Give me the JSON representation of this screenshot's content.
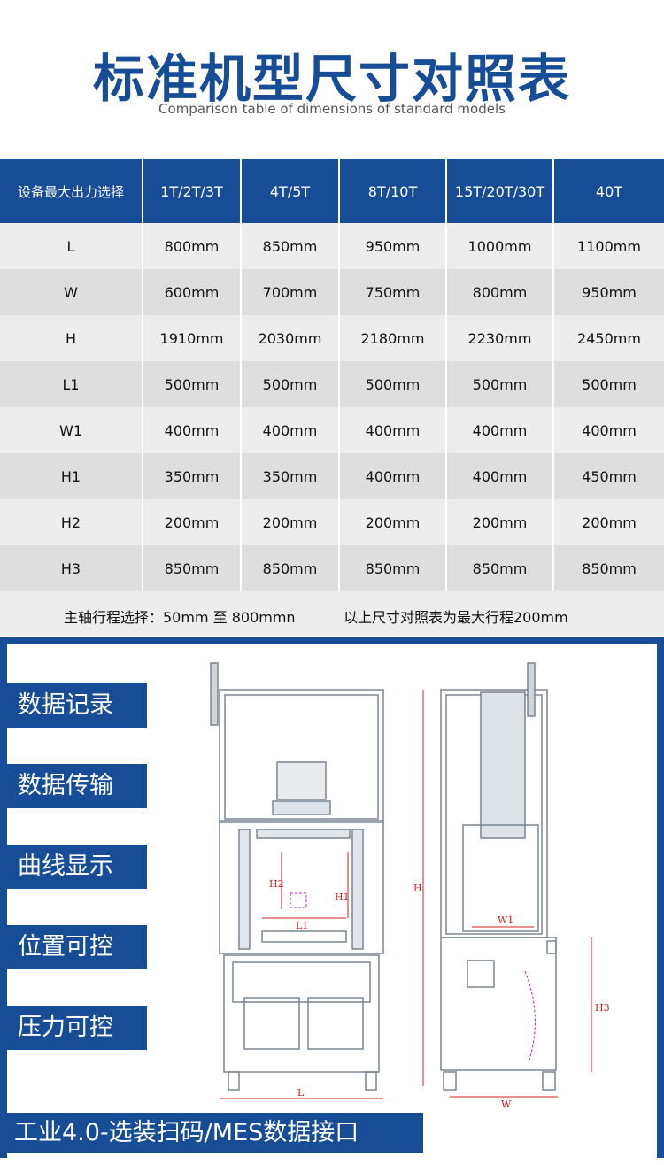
{
  "header": {
    "title": "标准机型尺寸对照表",
    "subtitle": "Comparison table of dimensions of standard models"
  },
  "table": {
    "columns": [
      "设备最大出力选择",
      "1T/2T/3T",
      "4T/5T",
      "8T/10T",
      "15T/20T/30T",
      "40T"
    ],
    "rows": [
      [
        "L",
        "800mm",
        "850mm",
        "950mm",
        "1000mm",
        "1100mm"
      ],
      [
        "W",
        "600mm",
        "700mm",
        "750mm",
        "800mm",
        "950mm"
      ],
      [
        "H",
        "1910mm",
        "2030mm",
        "2180mm",
        "2230mm",
        "2450mm"
      ],
      [
        "L1",
        "500mm",
        "500mm",
        "500mm",
        "500mm",
        "500mm"
      ],
      [
        "W1",
        "400mm",
        "400mm",
        "400mm",
        "400mm",
        "400mm"
      ],
      [
        "H1",
        "350mm",
        "350mm",
        "400mm",
        "400mm",
        "450mm"
      ],
      [
        "H2",
        "200mm",
        "200mm",
        "200mm",
        "200mm",
        "200mm"
      ],
      [
        "H3",
        "850mm",
        "850mm",
        "850mm",
        "850mm",
        "850mm"
      ]
    ]
  },
  "notes": {
    "stroke": "主轴行程选择：50mm 至 800mmn",
    "remark": "以上尺寸对照表为最大行程200mm"
  },
  "features": [
    "数据记录",
    "数据传输",
    "曲线显示",
    "位置可控",
    "压力可控"
  ],
  "bottom_banner": "工业4.0-选装扫码/MES数据接口",
  "drawing_labels": {
    "L": "L",
    "W": "W",
    "H": "H",
    "H1": "H1",
    "H2": "H2",
    "L1": "L1",
    "W1": "W1",
    "H3": "H3"
  },
  "colors": {
    "brand": "#174c96",
    "dimension": "#d02020"
  }
}
